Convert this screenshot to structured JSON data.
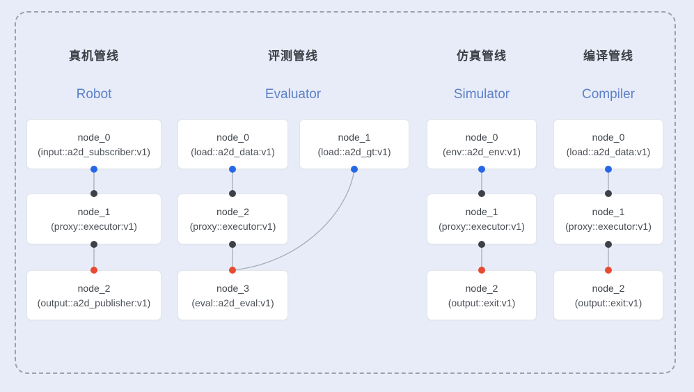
{
  "pipelines": [
    {
      "title_zh": "真机管线",
      "title_en": "Robot",
      "nodes": [
        {
          "name": "node_0",
          "type": "(input::a2d_subscriber:v1)"
        },
        {
          "name": "node_1",
          "type": "(proxy::executor:v1)"
        },
        {
          "name": "node_2",
          "type": "(output::a2d_publisher:v1)"
        }
      ]
    },
    {
      "title_zh": "评测管线",
      "title_en": "Evaluator",
      "nodes": [
        {
          "name": "node_0",
          "type": "(load::a2d_data:v1)"
        },
        {
          "name": "node_1",
          "type": "(load::a2d_gt:v1)"
        },
        {
          "name": "node_2",
          "type": "(proxy::executor:v1)"
        },
        {
          "name": "node_3",
          "type": "(eval::a2d_eval:v1)"
        }
      ]
    },
    {
      "title_zh": "仿真管线",
      "title_en": "Simulator",
      "nodes": [
        {
          "name": "node_0",
          "type": "(env::a2d_env:v1)"
        },
        {
          "name": "node_1",
          "type": "(proxy::executor:v1)"
        },
        {
          "name": "node_2",
          "type": "(output::exit:v1)"
        }
      ]
    },
    {
      "title_zh": "编译管线",
      "title_en": "Compiler",
      "nodes": [
        {
          "name": "node_0",
          "type": "(load::a2d_data:v1)"
        },
        {
          "name": "node_1",
          "type": "(proxy::executor:v1)"
        },
        {
          "name": "node_2",
          "type": "(output::exit:v1)"
        }
      ]
    }
  ],
  "colors": {
    "background": "#e8ecf8",
    "frame_border": "#9aa1aa",
    "node_border": "#e2e5ea",
    "edge_stroke": "#a6acb6",
    "header_zh_text": "#3b4046",
    "header_en_text": "#5d80c8",
    "blue_port_dot": "#2767e6",
    "black_port_dot": "#3d4247",
    "red_port_dot": "#e74a31"
  }
}
